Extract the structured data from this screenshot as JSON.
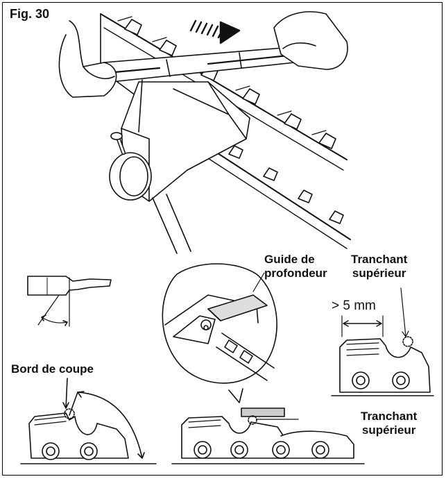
{
  "figure": {
    "label": "Fig. 30"
  },
  "labels": {
    "depth_guide_line1": "Guide de",
    "depth_guide_line2": "profondeur",
    "top_edge_1_line1": "Tranchant",
    "top_edge_1_line2": "supérieur",
    "gap": "> 5 mm",
    "cutting_edge": "Bord de coupe",
    "top_edge_2_line1": "Tranchant",
    "top_edge_2_line2": "supérieur"
  },
  "icons": [
    "hand-icon",
    "direction-arrow-icon",
    "flat-file-icon",
    "vise-icon",
    "chain-icon",
    "depth-gauge-icon",
    "cutter-tooth-icon"
  ]
}
